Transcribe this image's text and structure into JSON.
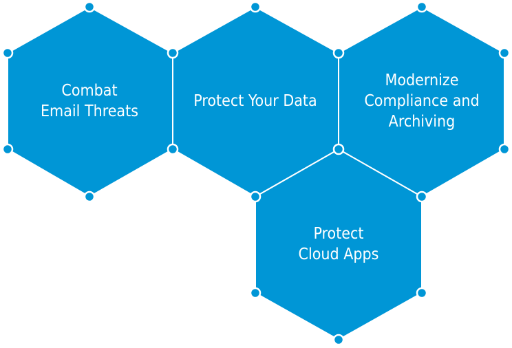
{
  "colors": {
    "hex_fill": "#0096d6",
    "hex_stroke": "#ffffff",
    "node_fill": "#0096d6",
    "node_stroke": "#ffffff",
    "text": "#ffffff",
    "background": "#ffffff"
  },
  "hexagons": [
    {
      "id": "combat-email-threats",
      "label": "Combat\nEmail Threats"
    },
    {
      "id": "protect-your-data",
      "label": "Protect Your Data"
    },
    {
      "id": "modernize-compliance",
      "label": "Modernize\nCompliance and\nArchiving"
    },
    {
      "id": "protect-cloud-apps",
      "label": "Protect\nCloud Apps"
    }
  ]
}
